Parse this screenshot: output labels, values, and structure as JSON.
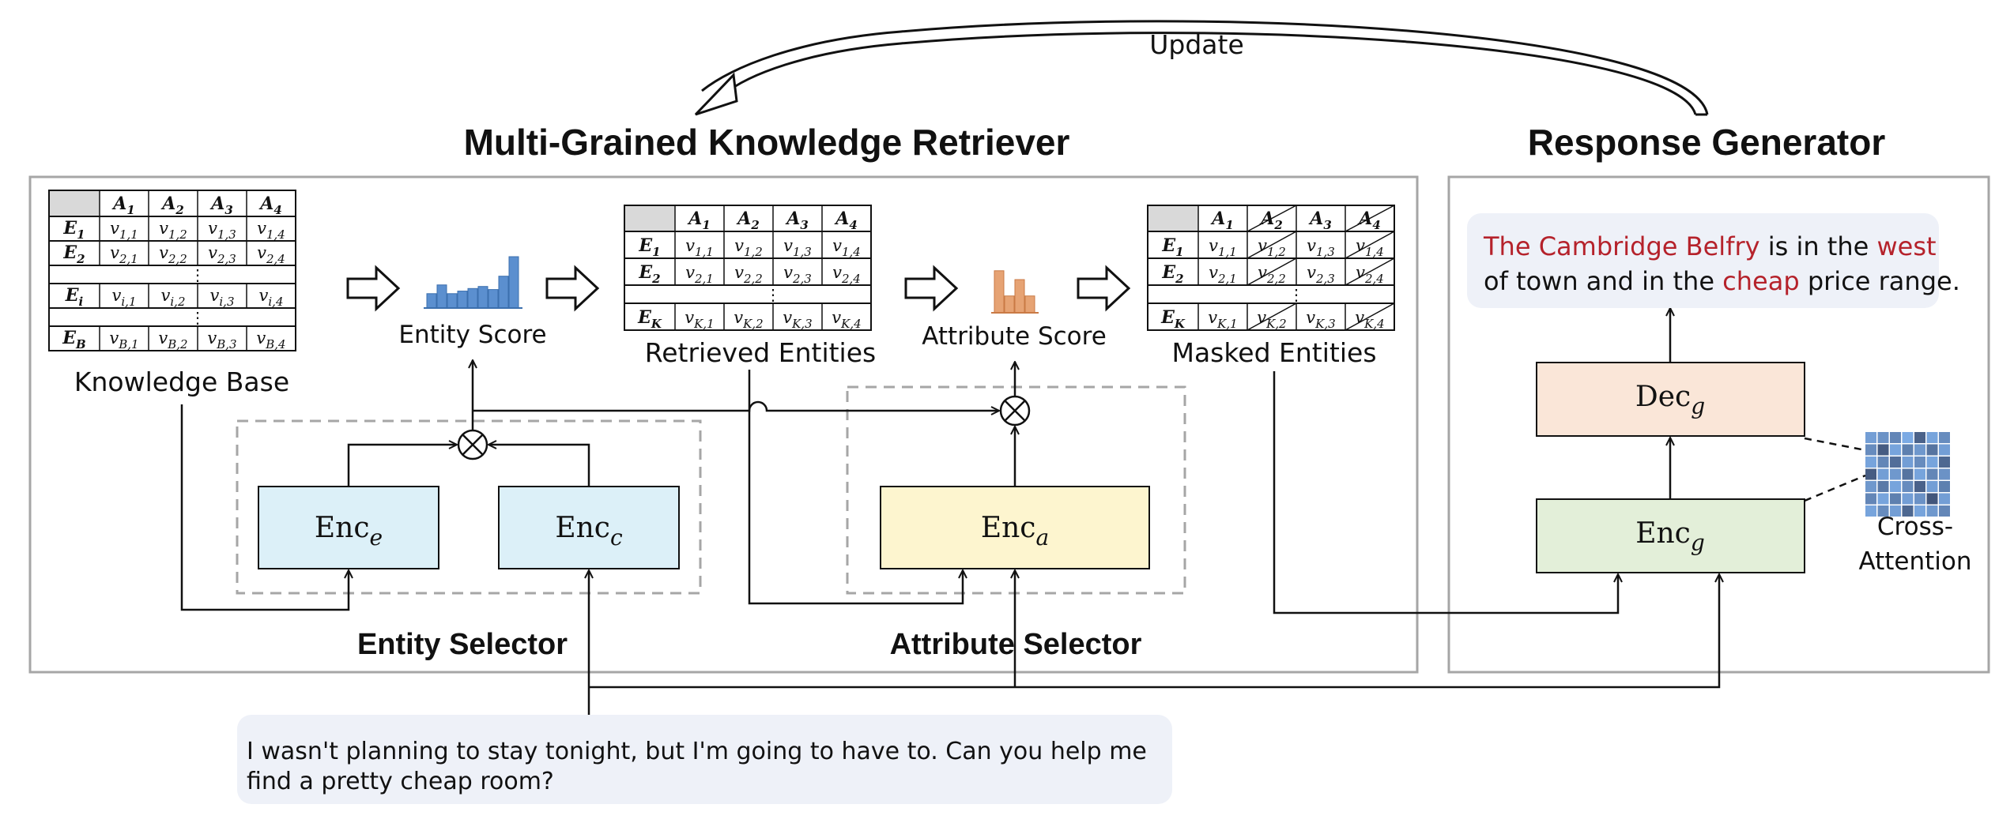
{
  "titles": {
    "update": "Update",
    "retriever": "Multi-Grained Knowledge Retriever",
    "generator": "Response Generator"
  },
  "labels": {
    "knowledge_base": "Knowledge Base",
    "entity_score": "Entity Score",
    "retrieved_entities": "Retrieved Entities",
    "attribute_score": "Attribute Score",
    "masked_entities": "Masked Entities",
    "entity_selector": "Entity Selector",
    "attribute_selector": "Attribute  Selector",
    "cross_attention_line1": "Cross-",
    "cross_attention_line2": "Attention"
  },
  "encoders": {
    "enc_e": {
      "base": "Enc",
      "sub": "e"
    },
    "enc_c": {
      "base": "Enc",
      "sub": "c"
    },
    "enc_a": {
      "base": "Enc",
      "sub": "a"
    },
    "dec_g": {
      "base": "Dec",
      "sub": "g"
    },
    "enc_g": {
      "base": "Enc",
      "sub": "g"
    }
  },
  "knowledge_base_table": {
    "headers": [
      "A1",
      "A2",
      "A3",
      "A4"
    ],
    "rows": [
      {
        "entity": "E1",
        "values": [
          "v1,1",
          "v1,2",
          "v1,3",
          "v1,4"
        ]
      },
      {
        "entity": "E2",
        "values": [
          "v2,1",
          "v2,2",
          "v2,3",
          "v2,4"
        ]
      },
      {
        "dots": "⋮"
      },
      {
        "entity": "Ei",
        "values": [
          "vi,1",
          "vi,2",
          "vi,3",
          "vi,4"
        ]
      },
      {
        "dots": "⋮"
      },
      {
        "entity": "EB",
        "values": [
          "vB,1",
          "vB,2",
          "vB,3",
          "vB,4"
        ]
      }
    ]
  },
  "retrieved_table": {
    "headers": [
      "A1",
      "A2",
      "A3",
      "A4"
    ],
    "rows": [
      {
        "entity": "E1",
        "values": [
          "v1,1",
          "v1,2",
          "v1,3",
          "v1,4"
        ]
      },
      {
        "entity": "E2",
        "values": [
          "v2,1",
          "v2,2",
          "v2,3",
          "v2,4"
        ]
      },
      {
        "dots": "⋮"
      },
      {
        "entity": "EK",
        "values": [
          "vK,1",
          "vK,2",
          "vK,3",
          "vK,4"
        ]
      }
    ]
  },
  "masked_table": {
    "headers": [
      "A1",
      "A2",
      "A3",
      "A4"
    ],
    "masked_columns": [
      1,
      3
    ],
    "rows": [
      {
        "entity": "E1",
        "values": [
          "v1,1",
          "v1,2",
          "v1,3",
          "v1,4"
        ]
      },
      {
        "entity": "E2",
        "values": [
          "v2,1",
          "v2,2",
          "v2,3",
          "v2,4"
        ]
      },
      {
        "dots": "⋮"
      },
      {
        "entity": "EK",
        "values": [
          "vK,1",
          "vK,2",
          "vK,3",
          "vK,4"
        ]
      }
    ]
  },
  "query": {
    "line1": "I wasn't planning to stay tonight, but I'm going to have to. Can you help me",
    "line2": "find a pretty cheap room?"
  },
  "response": {
    "line1_parts": [
      {
        "text": "The Cambridge Belfry",
        "highlight": true
      },
      {
        "text": " is in the ",
        "highlight": false
      },
      {
        "text": "west",
        "highlight": true
      }
    ],
    "line2_parts": [
      {
        "text": "of town and in the ",
        "highlight": false
      },
      {
        "text": "cheap",
        "highlight": true
      },
      {
        "text": " price range.",
        "highlight": false
      }
    ]
  },
  "colors": {
    "entity_score_bars": "#5b8fcf",
    "attribute_score_bars": "#e6a374",
    "enc_blue": "#dcf0f8",
    "enc_yellow": "#fdf5cf",
    "dec_peach": "#fae6d8",
    "enc_green": "#e3efd9",
    "bubble": "#eef1f8",
    "highlight_red": "#b5222b",
    "panel_border": "#a6a6a6",
    "dashed_border": "#a6a6a6"
  },
  "entity_score_bars": [
    0.28,
    0.45,
    0.28,
    0.33,
    0.38,
    0.42,
    0.36,
    0.62,
    1.0
  ],
  "attribute_score_bars": [
    0.95,
    0.38,
    0.75,
    0.38
  ],
  "cross_attention_grid": [
    [
      0.35,
      0.45,
      0.55,
      0.25,
      0.85,
      0.3,
      0.5
    ],
    [
      0.5,
      0.9,
      0.3,
      0.6,
      0.4,
      0.7,
      0.35
    ],
    [
      0.3,
      0.55,
      0.75,
      0.35,
      0.5,
      0.3,
      0.8
    ],
    [
      0.9,
      0.35,
      0.4,
      0.7,
      0.3,
      0.55,
      0.45
    ],
    [
      0.4,
      0.65,
      0.3,
      0.5,
      0.85,
      0.35,
      0.6
    ],
    [
      0.55,
      0.3,
      0.6,
      0.35,
      0.45,
      0.95,
      0.35
    ],
    [
      0.3,
      0.5,
      0.35,
      0.8,
      0.3,
      0.4,
      0.55
    ]
  ],
  "icons": {
    "arrow": "hollow-right-arrow",
    "multiply": "circled-times"
  }
}
